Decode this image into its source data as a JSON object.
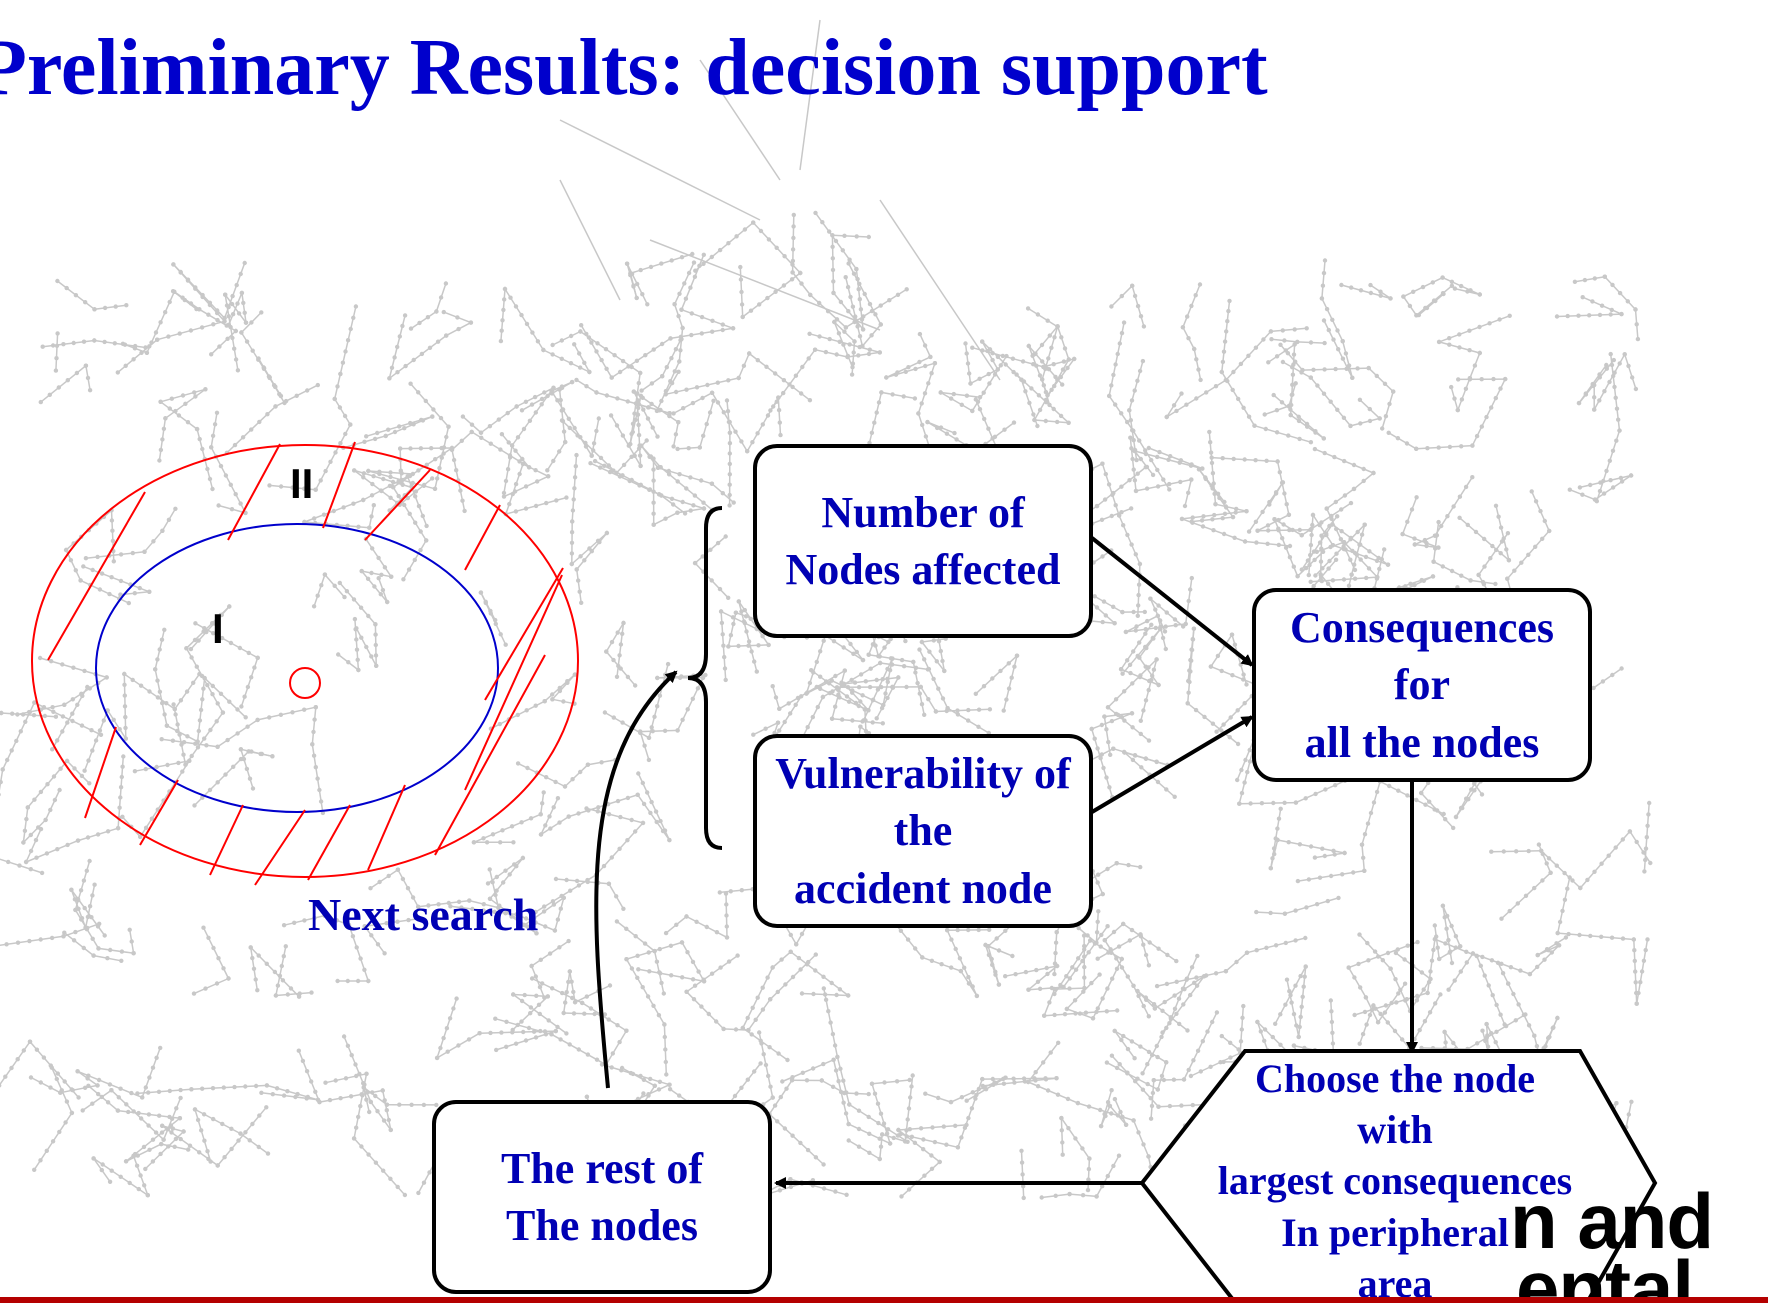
{
  "slide": {
    "title": "Preliminary Results: decision support",
    "colors": {
      "title": "#0000cc",
      "box_text": "#0000b4",
      "outer_zone": "#ff0000",
      "inner_zone": "#0000cc",
      "network": "#c8c8c8"
    }
  },
  "map": {
    "zone_inner_label": "I",
    "zone_outer_label": "II",
    "next_search_label": "Next search"
  },
  "flow": {
    "nodes_affected": {
      "line1": "Number of",
      "line2": "Nodes affected"
    },
    "vulnerability": {
      "line1": "Vulnerability of",
      "line2": "the",
      "line3": "accident node"
    },
    "consequences": {
      "line1": "Consequences",
      "line2": "for",
      "line3": "all the nodes"
    },
    "choose": {
      "line1": "Choose the node",
      "line2": "with",
      "line3": "largest consequences",
      "line4": "In peripheral",
      "line5": "area"
    },
    "rest": {
      "line1": "The rest of",
      "line2": "The nodes"
    }
  },
  "logo": {
    "line1": "n and",
    "line2": "ental"
  }
}
